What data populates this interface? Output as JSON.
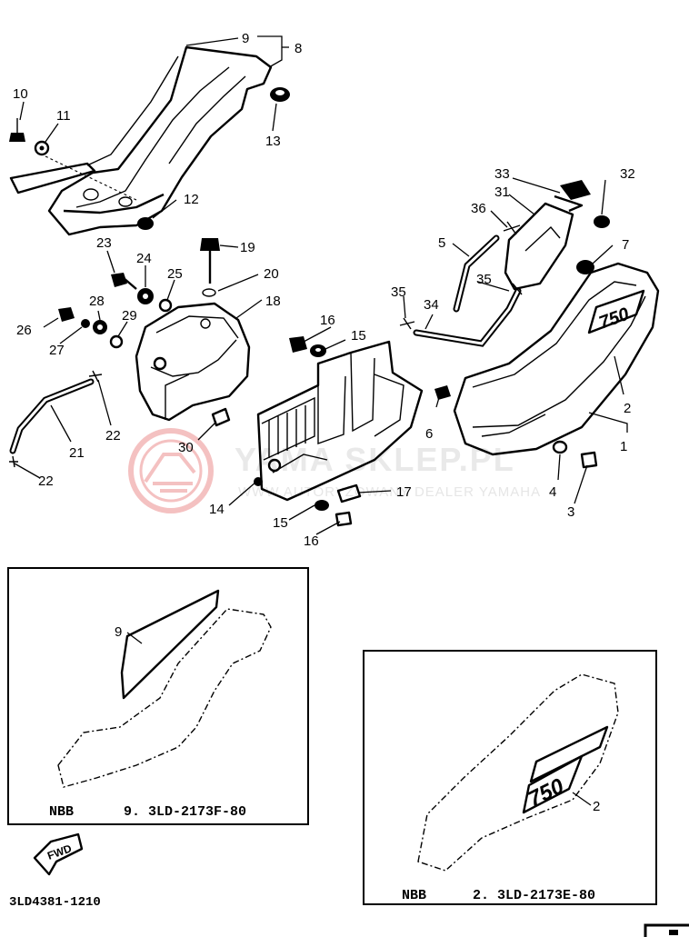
{
  "labels": {
    "l1": "1",
    "l2": "2",
    "l3": "3",
    "l4": "4",
    "l5": "5",
    "l6": "6",
    "l7": "7",
    "l8": "8",
    "l9": "9",
    "l10": "10",
    "l11": "11",
    "l12": "12",
    "l13": "13",
    "l14": "14",
    "l15a": "15",
    "l15b": "15",
    "l16a": "16",
    "l16b": "16",
    "l17": "17",
    "l18": "18",
    "l19": "19",
    "l20": "20",
    "l21": "21",
    "l22a": "22",
    "l22b": "22",
    "l23": "23",
    "l24": "24",
    "l25": "25",
    "l26": "26",
    "l27": "27",
    "l28": "28",
    "l29": "29",
    "l30": "30",
    "l31": "31",
    "l32": "32",
    "l33": "33",
    "l34": "34",
    "l35a": "35",
    "l35b": "35",
    "l36": "36"
  },
  "inset_left": {
    "part_label": "9",
    "caption_code": "NBB",
    "caption_part": "9. 3LD-2173F-80"
  },
  "inset_right": {
    "part_label": "2",
    "emblem_text": "750",
    "caption_code": "NBB",
    "caption_part": "2. 3LD-2173E-80"
  },
  "cover_emblem": "750",
  "fwd_badge": "FWD",
  "diagram_code": "3LD4381-1210",
  "watermark": {
    "main": "YAMA SKLEP.PL",
    "sub": "WWW.AUTORYZOWANY DEALER YAMAHA"
  },
  "colors": {
    "ink": "#000000",
    "paper": "#ffffff",
    "watermark_red": "#f3b7b7",
    "watermark_gray": "#e8e8e8"
  }
}
